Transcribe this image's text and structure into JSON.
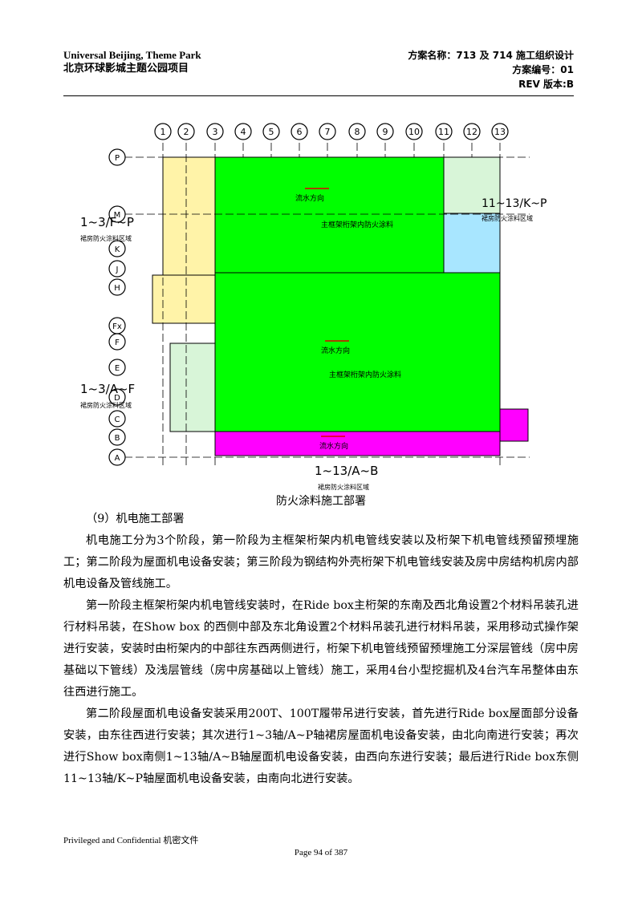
{
  "header": {
    "left_en": "Universal Beijing, Theme Park",
    "left_cn": "北京环球影城主题公园项目",
    "right_1": "方案名称：713 及 714 施工组织设计",
    "right_2": "方案编号：01",
    "right_3": "REV 版本:B"
  },
  "figure": {
    "col_labels": [
      "1",
      "2",
      "3",
      "4",
      "5",
      "6",
      "7",
      "8",
      "9",
      "10",
      "11",
      "12",
      "13"
    ],
    "row_labels": [
      "P",
      "M",
      "K",
      "J",
      "H",
      "Fx",
      "F",
      "E",
      "D",
      "C",
      "B",
      "A"
    ],
    "zone_nw_label": "1~3/F~P",
    "zone_nw_desc": "裙房防火涂料区域",
    "zone_sw_label": "1~3/A~F",
    "zone_sw_desc": "裙房防火涂料区域",
    "zone_ne_label": "11~13/K~P",
    "zone_ne_desc": "裙房防火涂料区域",
    "zone_s_label": "1~13/A~B",
    "zone_s_desc": "裙房防火涂料区域",
    "flow_text": "流水方向",
    "main_upper": "主框架桁架内防火涂料",
    "main_lower": "主框架桁架内防火涂料",
    "colors": {
      "green": "#00ff00",
      "yellow": "#fff3a8",
      "magenta": "#ff00ff",
      "cyan": "#a8e6ff",
      "pale_green": "#d8f5d8"
    }
  },
  "caption": "防火涂料施工部署",
  "section_heading": "（9）机电施工部署",
  "paragraphs": [
    "机电施工分为3个阶段，第一阶段为主框架桁架内机电管线安装以及桁架下机电管线预留预埋施工；第二阶段为屋面机电设备安装；第三阶段为钢结构外壳桁架下机电管线安装及房中房结构机房内部机电设备及管线施工。",
    "第一阶段主框架桁架内机电管线安装时，在Ride box主桁架的东南及西北角设置2个材料吊装孔进行材料吊装，在Show box 的西侧中部及东北角设置2个材料吊装孔进行材料吊装，采用移动式操作架进行安装，安装时由桁架内的中部往东西两侧进行，桁架下机电管线预留预埋施工分深层管线（房中房基础以下管线）及浅层管线（房中房基础以上管线）施工，采用4台小型挖掘机及4台汽车吊整体由东往西进行施工。",
    "第二阶段屋面机电设备安装采用200T、100T履带吊进行安装，首先进行Ride box屋面部分设备安装，由东往西进行安装；其次进行1~3轴/A~P轴裙房屋面机电设备安装，由北向南进行安装；再次进行Show box南侧1~13轴/A~B轴屋面机电设备安装，由西向东进行安装；最后进行Ride box东侧11~13轴/K~P轴屋面机电设备安装，由南向北进行安装。"
  ],
  "footer": {
    "confidential": "Privileged and Confidential 机密文件",
    "page": "Page  94  of  387"
  }
}
